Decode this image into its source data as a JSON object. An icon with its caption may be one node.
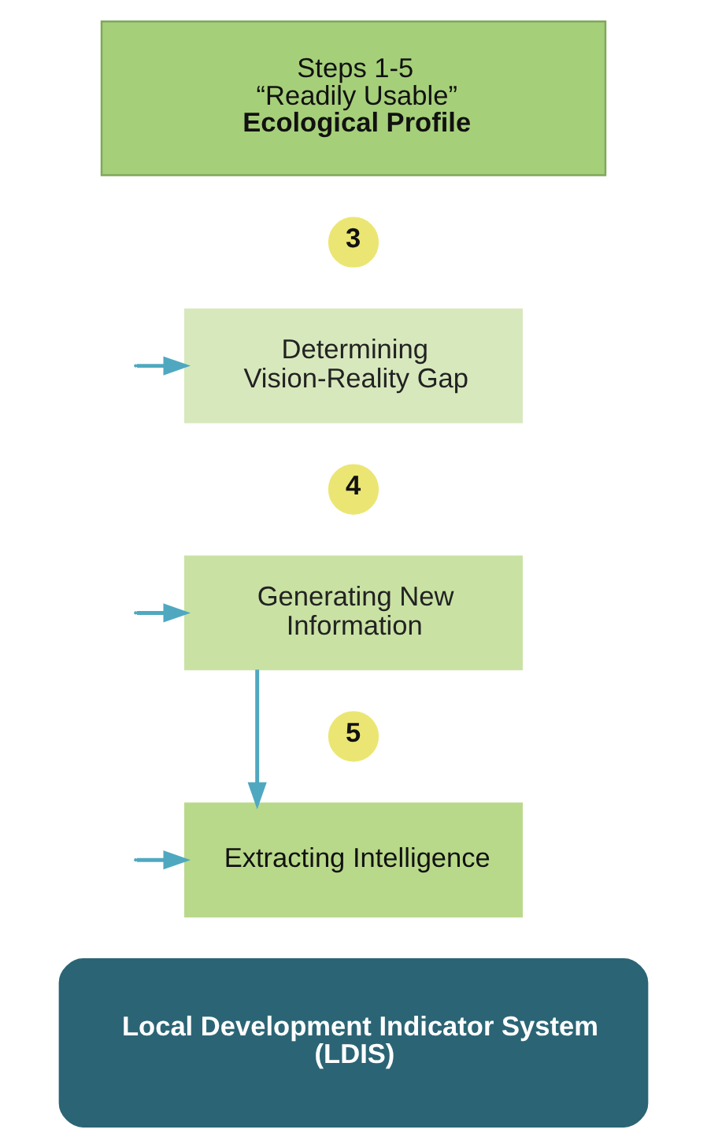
{
  "diagram": {
    "nodes": [
      {
        "text": [
          "Steps 1-5 “Readily Usable”",
          "Ecological Profile"
        ]
      },
      {
        "text": [
          "3"
        ]
      },
      {
        "text": [
          "Determining Vision-Reality Gap"
        ]
      },
      {
        "text": [
          "4"
        ]
      },
      {
        "text": [
          "Generating New Information"
        ]
      },
      {
        "text": [
          "5"
        ]
      },
      {
        "text": [
          "Extracting Intelligence"
        ]
      },
      {
        "text": [
          "Local Development Indicator System (LDIS)"
        ]
      }
    ],
    "edges": [
      {
        "from": null,
        "to": 2,
        "arrow": "to"
      },
      {
        "from": null,
        "to": 4,
        "arrow": "to"
      },
      {
        "from": null,
        "to": 6,
        "arrow": "to"
      },
      {
        "from": 4,
        "to": 6,
        "arrow": "to"
      }
    ]
  }
}
